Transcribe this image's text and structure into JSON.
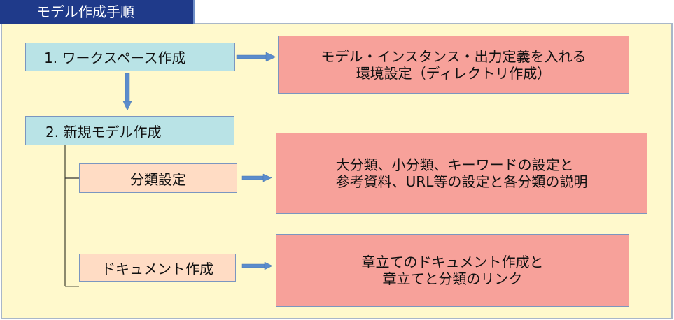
{
  "title": "モデル作成手順",
  "colors": {
    "title_bg": "#1f3a8a",
    "panel_bg": "#fff9cc",
    "step_bg": "#b9e3e6",
    "sub_bg": "#ffdcc4",
    "desc_bg": "#f7a19a",
    "arrow": "#5b8ccc",
    "connector": "#8c8a6e"
  },
  "steps": [
    {
      "label": "1. ワークスペース作成",
      "description": [
        "モデル・インスタンス・出力定義を入れる",
        "環境設定（ディレクトリ作成）"
      ]
    },
    {
      "label": "2. 新規モデル作成",
      "substeps": [
        {
          "label": "分類設定",
          "description": [
            "大分類、小分類、キーワードの設定と",
            "参考資料、URL等の設定と各分類の説明"
          ]
        },
        {
          "label": "ドキュメント作成",
          "description": [
            "章立てのドキュメント作成と",
            "章立てと分類のリンク"
          ]
        }
      ]
    }
  ]
}
